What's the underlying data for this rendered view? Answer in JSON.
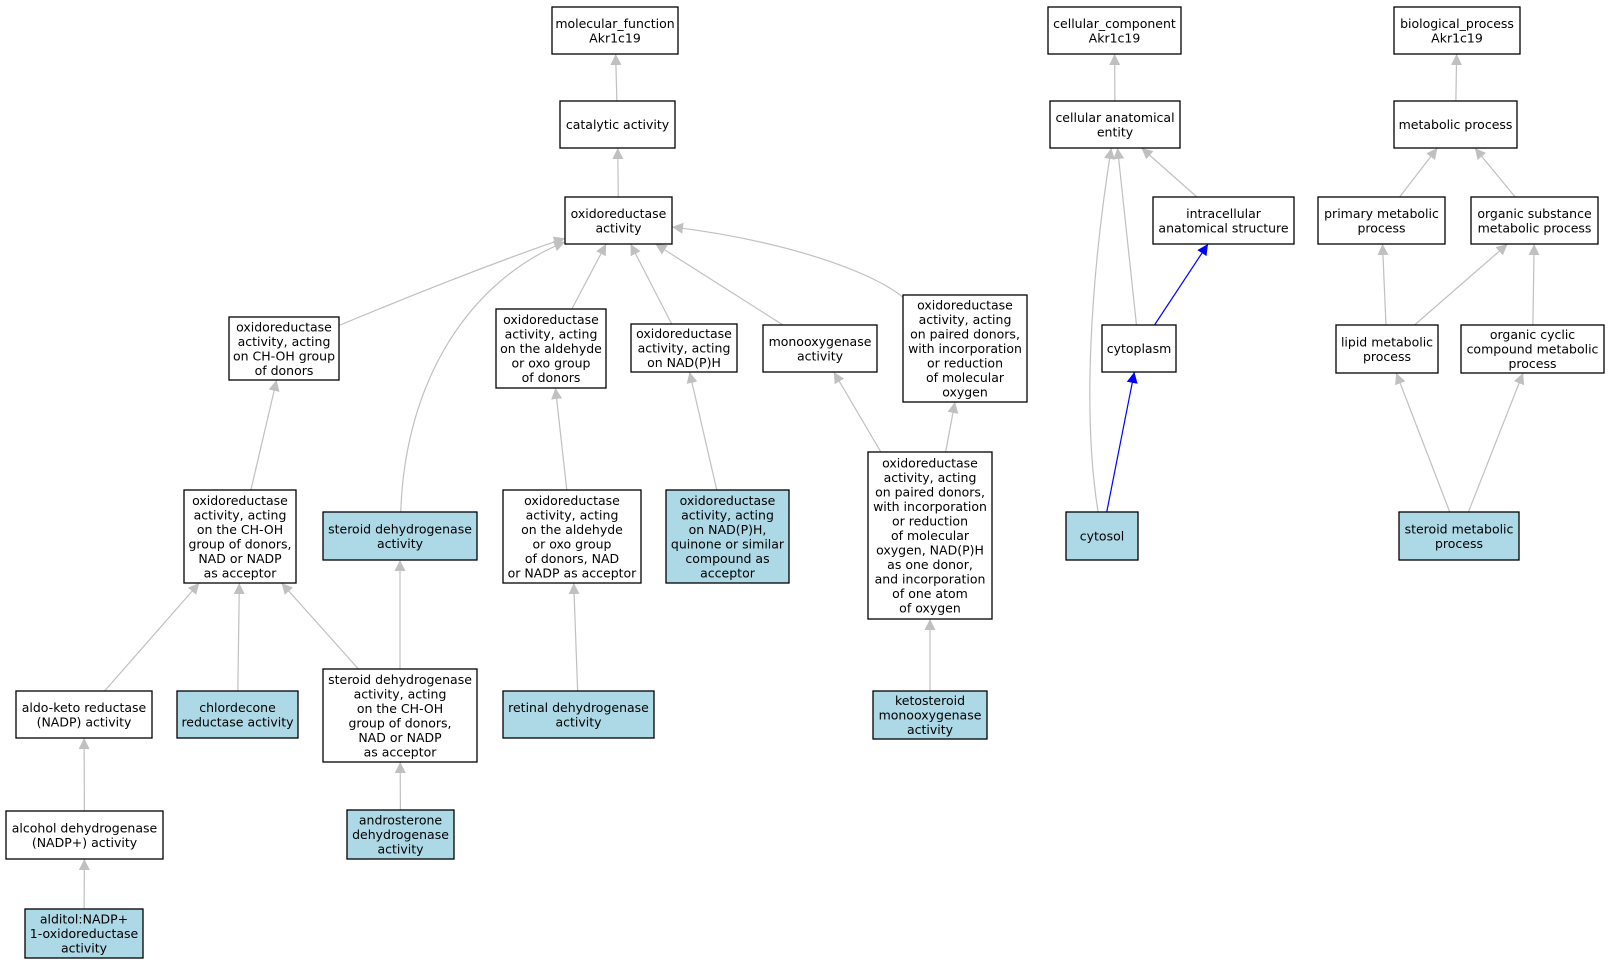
{
  "colors": {
    "annotated_fill": "#add8e6",
    "plain_fill": "#ffffff",
    "edge_gray": "#c0c0c0",
    "edge_blue": "#0000ff"
  },
  "nodes": {
    "mf_root": {
      "lines": [
        "molecular_function",
        "Akr1c19"
      ],
      "annotated": false
    },
    "catalytic": {
      "lines": [
        "catalytic activity"
      ],
      "annotated": false
    },
    "oxidoreductase": {
      "lines": [
        "oxidoreductase",
        "activity"
      ],
      "annotated": false
    },
    "ox_choh": {
      "lines": [
        "oxidoreductase",
        "activity, acting",
        "on CH-OH group",
        "of donors"
      ],
      "annotated": false
    },
    "ox_aldehyde": {
      "lines": [
        "oxidoreductase",
        "activity, acting",
        "on the aldehyde",
        "or oxo group",
        "of donors"
      ],
      "annotated": false
    },
    "ox_nadph": {
      "lines": [
        "oxidoreductase",
        "activity, acting",
        "on NAD(P)H"
      ],
      "annotated": false
    },
    "monooxygenase": {
      "lines": [
        "monooxygenase",
        "activity"
      ],
      "annotated": false
    },
    "ox_paired": {
      "lines": [
        "oxidoreductase",
        "activity, acting",
        "on paired donors,",
        "with incorporation",
        "or reduction",
        "of molecular",
        "oxygen"
      ],
      "annotated": false
    },
    "ox_choh_nad": {
      "lines": [
        "oxidoreductase",
        "activity, acting",
        "on the CH-OH",
        "group of donors,",
        "NAD or NADP",
        "as acceptor"
      ],
      "annotated": false
    },
    "steroid_dh": {
      "lines": [
        "steroid dehydrogenase",
        "activity"
      ],
      "annotated": true
    },
    "ox_aldehyde_nad": {
      "lines": [
        "oxidoreductase",
        "activity, acting",
        "on the aldehyde",
        "or oxo group",
        "of donors, NAD",
        "or NADP as acceptor"
      ],
      "annotated": false
    },
    "ox_nadph_quinone": {
      "lines": [
        "oxidoreductase",
        "activity, acting",
        "on NAD(P)H,",
        "quinone or similar",
        "compound as",
        "acceptor"
      ],
      "annotated": true
    },
    "ox_paired_nadph": {
      "lines": [
        "oxidoreductase",
        "activity, acting",
        "on paired donors,",
        "with incorporation",
        "or reduction",
        "of molecular",
        "oxygen, NAD(P)H",
        "as one donor,",
        "and incorporation",
        "of one atom",
        "of oxygen"
      ],
      "annotated": false
    },
    "aldo_keto": {
      "lines": [
        "aldo-keto reductase",
        "(NADP) activity"
      ],
      "annotated": false
    },
    "chlordecone": {
      "lines": [
        "chlordecone",
        "reductase activity"
      ],
      "annotated": true
    },
    "steroid_dh_choh": {
      "lines": [
        "steroid dehydrogenase",
        "activity, acting",
        "on the CH-OH",
        "group of donors,",
        "NAD or NADP",
        "as acceptor"
      ],
      "annotated": false
    },
    "retinal_dh": {
      "lines": [
        "retinal dehydrogenase",
        "activity"
      ],
      "annotated": true
    },
    "ketosteroid": {
      "lines": [
        "ketosteroid",
        "monooxygenase",
        "activity"
      ],
      "annotated": true
    },
    "alcohol_dh": {
      "lines": [
        "alcohol dehydrogenase",
        "(NADP+) activity"
      ],
      "annotated": false
    },
    "androsterone": {
      "lines": [
        "androsterone",
        "dehydrogenase",
        "activity"
      ],
      "annotated": true
    },
    "alditol": {
      "lines": [
        "alditol:NADP+",
        "1-oxidoreductase",
        "activity"
      ],
      "annotated": true
    },
    "cc_root": {
      "lines": [
        "cellular_component",
        "Akr1c19"
      ],
      "annotated": false
    },
    "cell_anat": {
      "lines": [
        "cellular anatomical",
        "entity"
      ],
      "annotated": false
    },
    "intracellular": {
      "lines": [
        "intracellular",
        "anatomical structure"
      ],
      "annotated": false
    },
    "cytoplasm": {
      "lines": [
        "cytoplasm"
      ],
      "annotated": false
    },
    "cytosol": {
      "lines": [
        "cytosol"
      ],
      "annotated": true
    },
    "bp_root": {
      "lines": [
        "biological_process",
        "Akr1c19"
      ],
      "annotated": false
    },
    "metabolic": {
      "lines": [
        "metabolic process"
      ],
      "annotated": false
    },
    "primary_met": {
      "lines": [
        "primary metabolic",
        "process"
      ],
      "annotated": false
    },
    "organic_sub": {
      "lines": [
        "organic substance",
        "metabolic process"
      ],
      "annotated": false
    },
    "lipid_met": {
      "lines": [
        "lipid metabolic",
        "process"
      ],
      "annotated": false
    },
    "organic_cyclic": {
      "lines": [
        "organic cyclic",
        "compound metabolic",
        "process"
      ],
      "annotated": false
    },
    "steroid_met": {
      "lines": [
        "steroid metabolic",
        "process"
      ],
      "annotated": true
    }
  },
  "edges": [
    {
      "from": "catalytic",
      "to": "mf_root",
      "color": "gray"
    },
    {
      "from": "oxidoreductase",
      "to": "catalytic",
      "color": "gray"
    },
    {
      "from": "ox_choh",
      "to": "oxidoreductase",
      "color": "gray"
    },
    {
      "from": "steroid_dh",
      "to": "oxidoreductase",
      "color": "gray"
    },
    {
      "from": "ox_aldehyde",
      "to": "oxidoreductase",
      "color": "gray"
    },
    {
      "from": "ox_nadph",
      "to": "oxidoreductase",
      "color": "gray"
    },
    {
      "from": "monooxygenase",
      "to": "oxidoreductase",
      "color": "gray"
    },
    {
      "from": "ox_paired",
      "to": "oxidoreductase",
      "color": "gray"
    },
    {
      "from": "ox_choh_nad",
      "to": "ox_choh",
      "color": "gray"
    },
    {
      "from": "ox_aldehyde_nad",
      "to": "ox_aldehyde",
      "color": "gray"
    },
    {
      "from": "ox_nadph_quinone",
      "to": "ox_nadph",
      "color": "gray"
    },
    {
      "from": "ox_paired_nadph",
      "to": "monooxygenase",
      "color": "gray"
    },
    {
      "from": "ox_paired_nadph",
      "to": "ox_paired",
      "color": "gray"
    },
    {
      "from": "aldo_keto",
      "to": "ox_choh_nad",
      "color": "gray"
    },
    {
      "from": "chlordecone",
      "to": "ox_choh_nad",
      "color": "gray"
    },
    {
      "from": "steroid_dh_choh",
      "to": "ox_choh_nad",
      "color": "gray"
    },
    {
      "from": "steroid_dh_choh",
      "to": "steroid_dh",
      "color": "gray"
    },
    {
      "from": "retinal_dh",
      "to": "ox_aldehyde_nad",
      "color": "gray"
    },
    {
      "from": "ketosteroid",
      "to": "ox_paired_nadph",
      "color": "gray"
    },
    {
      "from": "alcohol_dh",
      "to": "aldo_keto",
      "color": "gray"
    },
    {
      "from": "androsterone",
      "to": "steroid_dh_choh",
      "color": "gray"
    },
    {
      "from": "alditol",
      "to": "alcohol_dh",
      "color": "gray"
    },
    {
      "from": "cell_anat",
      "to": "cc_root",
      "color": "gray"
    },
    {
      "from": "intracellular",
      "to": "cell_anat",
      "color": "gray"
    },
    {
      "from": "cytoplasm",
      "to": "cell_anat",
      "color": "gray"
    },
    {
      "from": "cytoplasm",
      "to": "intracellular",
      "color": "blue"
    },
    {
      "from": "cytosol",
      "to": "cell_anat",
      "color": "gray"
    },
    {
      "from": "cytosol",
      "to": "cytoplasm",
      "color": "blue"
    },
    {
      "from": "metabolic",
      "to": "bp_root",
      "color": "gray"
    },
    {
      "from": "primary_met",
      "to": "metabolic",
      "color": "gray"
    },
    {
      "from": "organic_sub",
      "to": "metabolic",
      "color": "gray"
    },
    {
      "from": "lipid_met",
      "to": "primary_met",
      "color": "gray"
    },
    {
      "from": "lipid_met",
      "to": "organic_sub",
      "color": "gray"
    },
    {
      "from": "organic_cyclic",
      "to": "organic_sub",
      "color": "gray"
    },
    {
      "from": "steroid_met",
      "to": "lipid_met",
      "color": "gray"
    },
    {
      "from": "steroid_met",
      "to": "organic_cyclic",
      "color": "gray"
    }
  ]
}
